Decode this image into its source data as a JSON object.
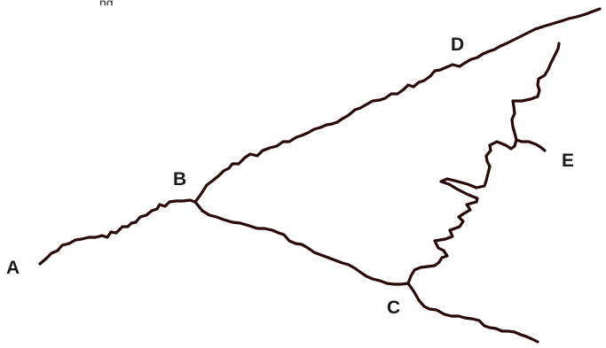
{
  "header_fragment": "ng",
  "labels": {
    "a": "A",
    "b": "B",
    "c": "C",
    "d": "D",
    "e": "E"
  },
  "colors": {
    "line": "#2a0808",
    "text": "#1a1a1a",
    "background": "#ffffff"
  }
}
